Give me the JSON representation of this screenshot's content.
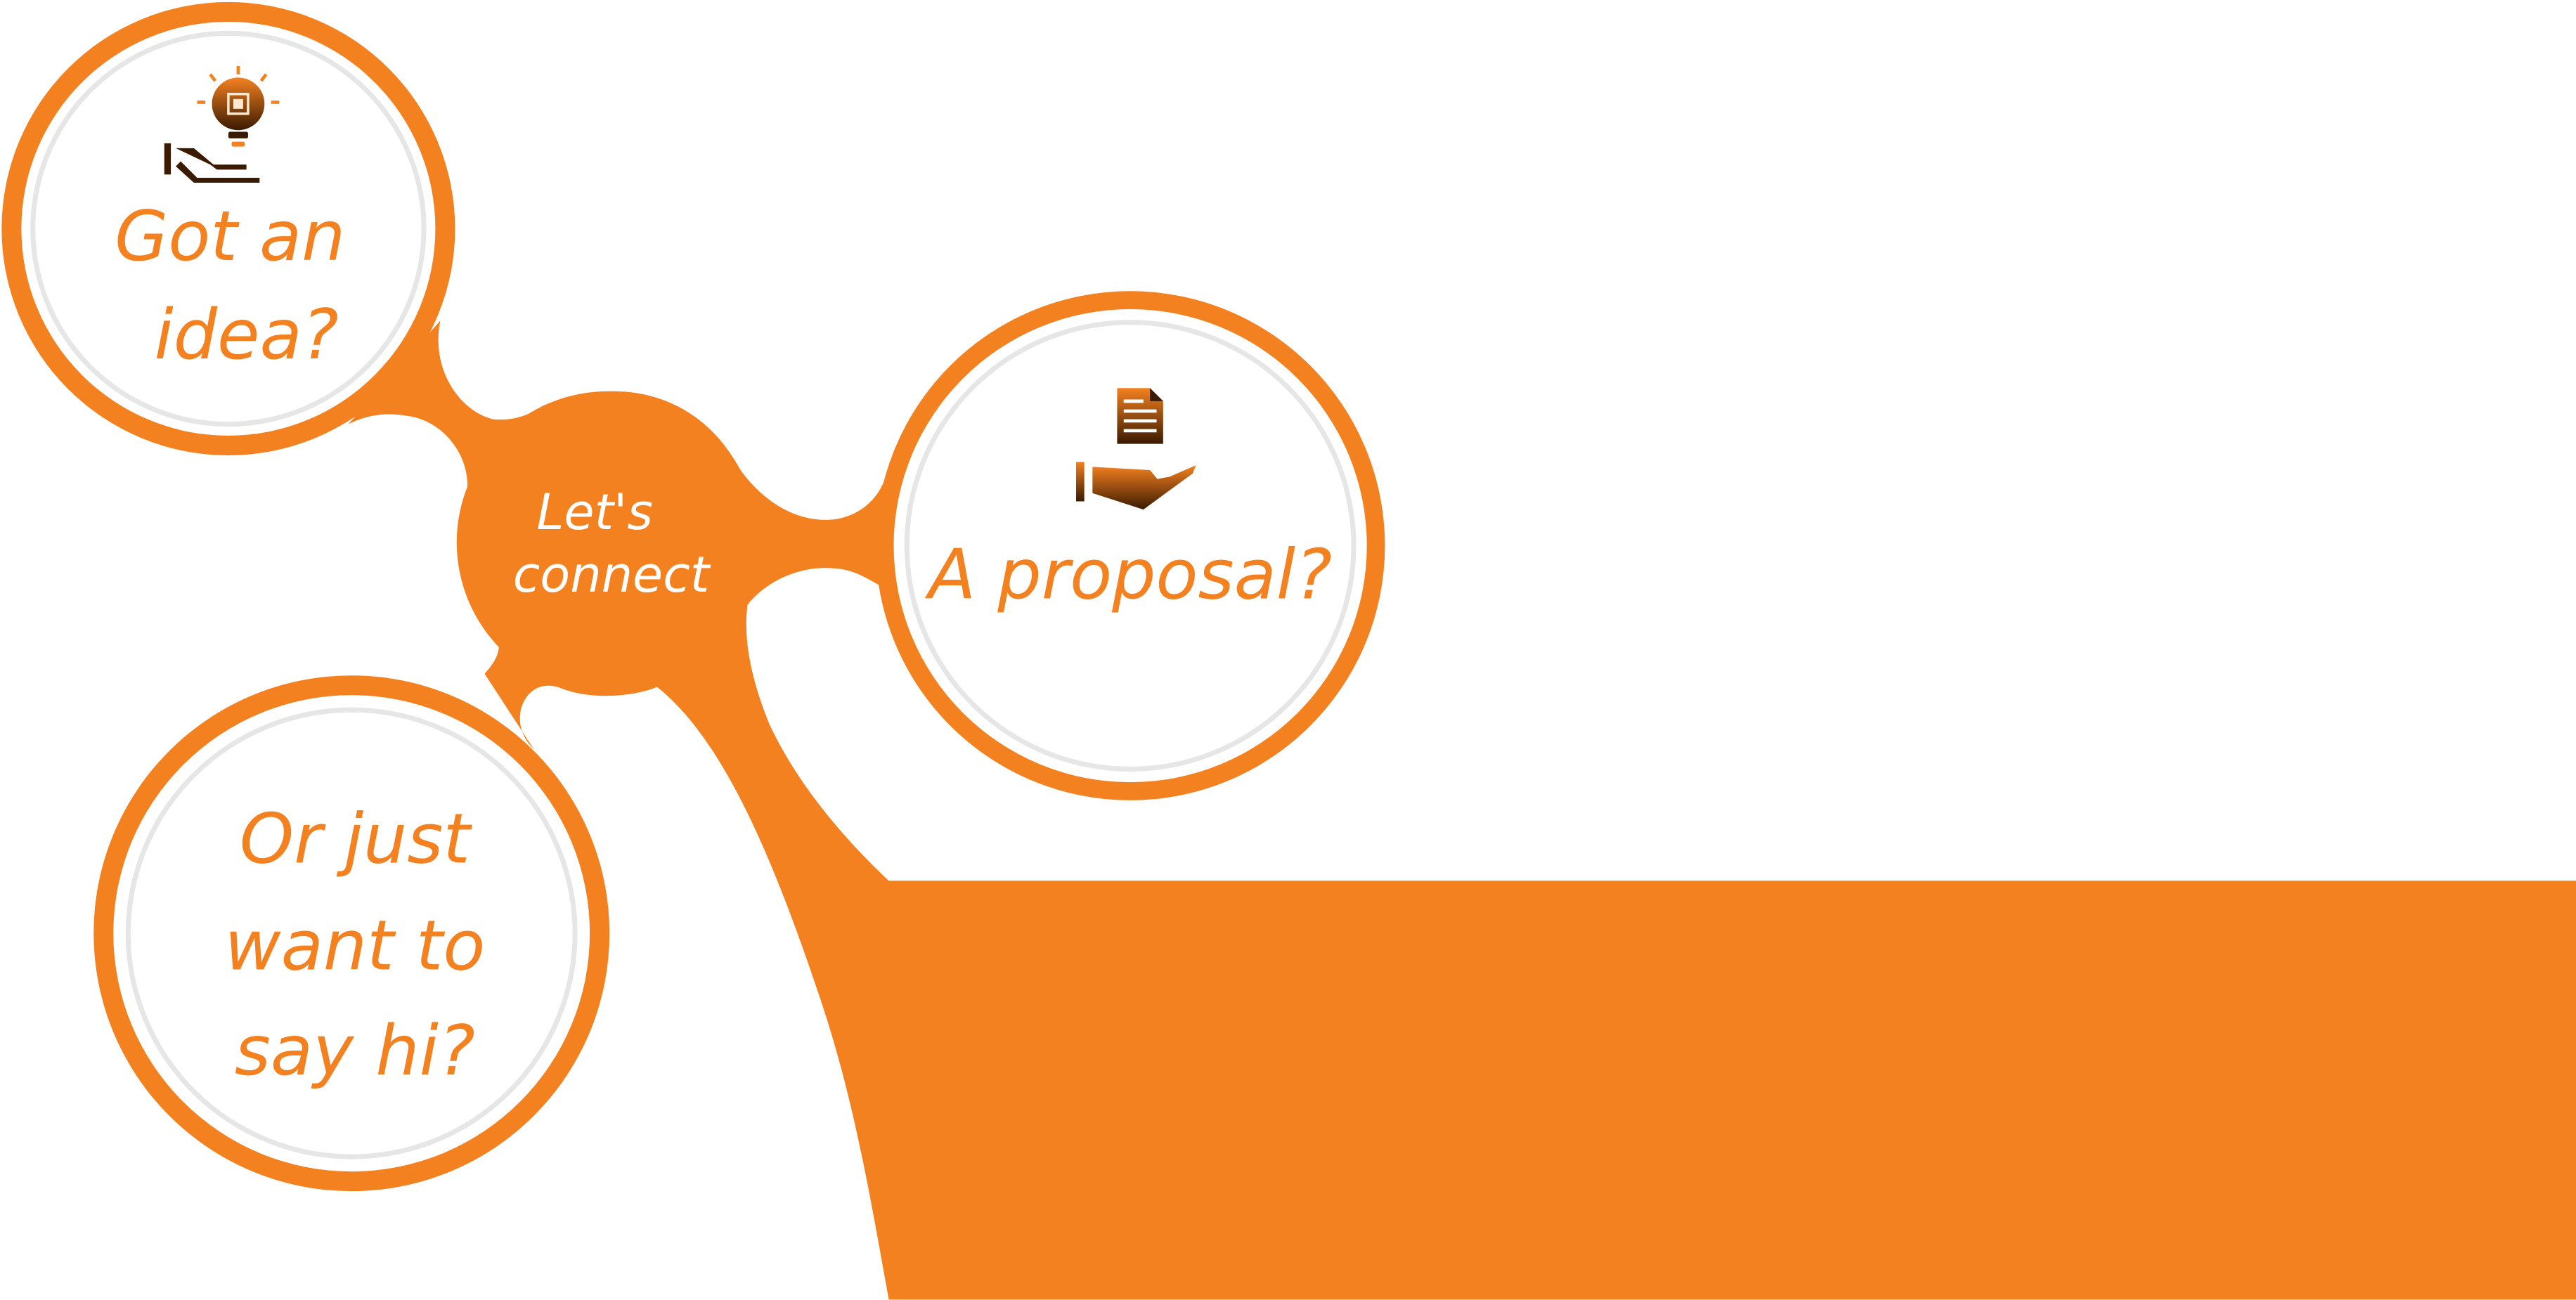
{
  "hub": {
    "label_line1": "Let's",
    "label_line2": "connect"
  },
  "bubbles": {
    "idea": {
      "line1": "Got an",
      "line2": "idea?",
      "icon": "lightbulb-hand-icon"
    },
    "proposal": {
      "line1": "A proposal?",
      "icon": "document-hand-icon"
    },
    "hi": {
      "line1": "Or just",
      "line2": "want to",
      "line3": "say hi?"
    }
  },
  "colors": {
    "brand_orange": "#F48120",
    "ring_inner": "#E6E6E6",
    "icon_dark": "#3A1A00",
    "text_white": "#FFFFFF",
    "background": "#FFFFFF"
  }
}
